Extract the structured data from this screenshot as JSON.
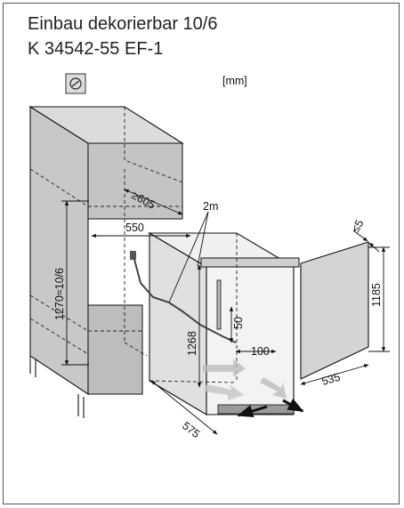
{
  "header": {
    "title_line1": "Einbau dekorierbar 10/6",
    "title_line2": "K 34542-55 EF-1"
  },
  "diagram": {
    "unit_label": "[mm]",
    "icon": "mounting-instruction-icon",
    "dimensions": {
      "depth_min": "≥605",
      "niche_width": "550",
      "cable_length": "2m",
      "niche_height": "1270≈10/6",
      "appliance_height": "1268",
      "conduit_height": "50",
      "conduit_width": "100",
      "appliance_depth": "575",
      "door_height": "1185",
      "door_width": "535",
      "door_gap": "≤5"
    }
  },
  "colors": {
    "cabinet_fill": "#c8c8c8",
    "cabinet_side": "#b5b5b5",
    "appliance_fill": "#ececec",
    "door_fill": "#d4d4d4",
    "line": "#111111"
  }
}
